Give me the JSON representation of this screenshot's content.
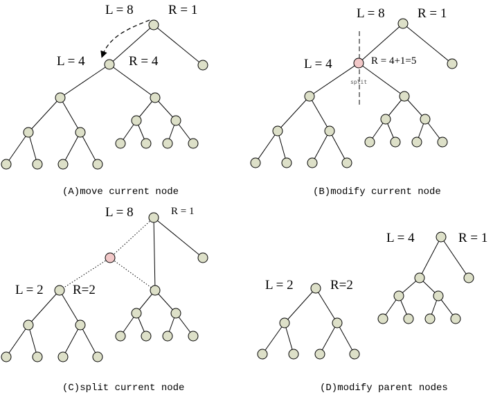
{
  "panels": {
    "a": {
      "caption": "(A)move current node",
      "root_left": "L = 8",
      "root_right": "R = 1",
      "node_left": "L = 4",
      "node_right": "R = 4"
    },
    "b": {
      "caption": "(B)modify current node",
      "root_left": "L = 8",
      "root_right": "R = 1",
      "node_left": "L = 4",
      "node_right": "R = 4+1=5",
      "split_label": "split"
    },
    "c": {
      "caption": "(C)split current node",
      "root_left": "L = 8",
      "root_right": "R = 1",
      "node_left": "L = 2",
      "node_right": "R=2"
    },
    "d": {
      "caption": "(D)modify parent nodes",
      "tree_left": "L = 4",
      "tree_right": "R = 1",
      "node_left": "L = 2",
      "node_right": "R=2"
    }
  },
  "colors": {
    "node_fill": "#dde0c8",
    "highlight_fill": "#f2c8c8"
  }
}
